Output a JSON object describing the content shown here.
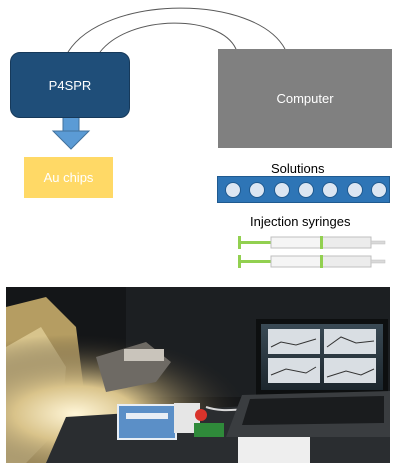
{
  "diagram": {
    "p4spr_label": "P4SPR",
    "computer_label": "Computer",
    "au_chips_label": "Au chips",
    "solutions_label": "Solutions",
    "syringes_label": "Injection syringes",
    "solution_well_count": 7,
    "syringe_count": 2
  },
  "colors": {
    "p4spr": "#1f4e79",
    "computer": "#808080",
    "au_chips": "#ffd966",
    "arrow": "#5b9bd5",
    "solutions": "#2e75b6",
    "syringe_plunger": "#92d050",
    "cable": "#595959"
  }
}
